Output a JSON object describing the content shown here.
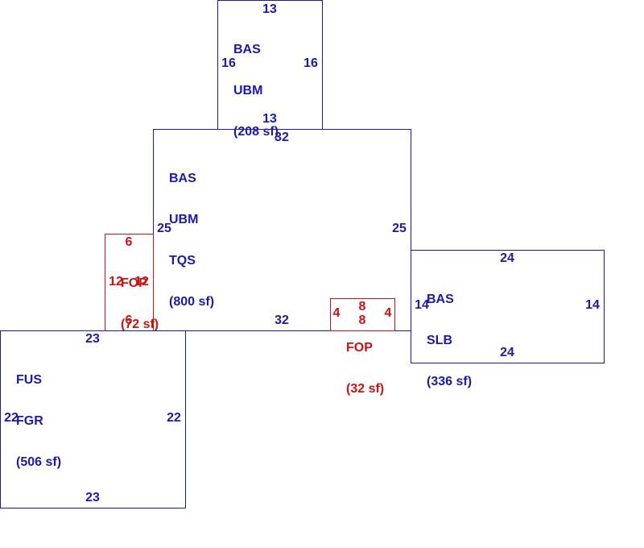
{
  "colors": {
    "main": "#1a1aaa",
    "porch": "#cc1111",
    "background": "#ffffff"
  },
  "sections": [
    {
      "id": "upper",
      "color": "main",
      "lines": [
        "BAS",
        "UBM",
        "(208 sf)"
      ],
      "dims": {
        "top": "13",
        "bottom": "13",
        "left": "16",
        "right": "16"
      }
    },
    {
      "id": "middle",
      "color": "main",
      "lines": [
        "BAS",
        "UBM",
        "TQS",
        "(800 sf)"
      ],
      "dims": {
        "top": "32",
        "bottom": "32",
        "left": "25",
        "right": "25"
      }
    },
    {
      "id": "porch-left",
      "color": "porch",
      "lines": [
        "FOP",
        "(72 sf)"
      ],
      "dims": {
        "top": "6",
        "bottom": "6",
        "left": "12",
        "right": "12"
      }
    },
    {
      "id": "porch-right",
      "color": "porch",
      "lines": [
        "FOP",
        "(32 sf)"
      ],
      "dims": {
        "top": "8",
        "bottom": "8",
        "left": "4",
        "right": "4"
      }
    },
    {
      "id": "slab",
      "color": "main",
      "lines": [
        "BAS",
        "SLB",
        "(336 sf)"
      ],
      "dims": {
        "top": "24",
        "bottom": "24",
        "left": "14",
        "right": "14"
      }
    },
    {
      "id": "garage",
      "color": "main",
      "lines": [
        "FUS",
        "FGR",
        "(506 sf)"
      ],
      "dims": {
        "top": "23",
        "bottom": "23",
        "left": "22",
        "right": "22"
      }
    }
  ]
}
